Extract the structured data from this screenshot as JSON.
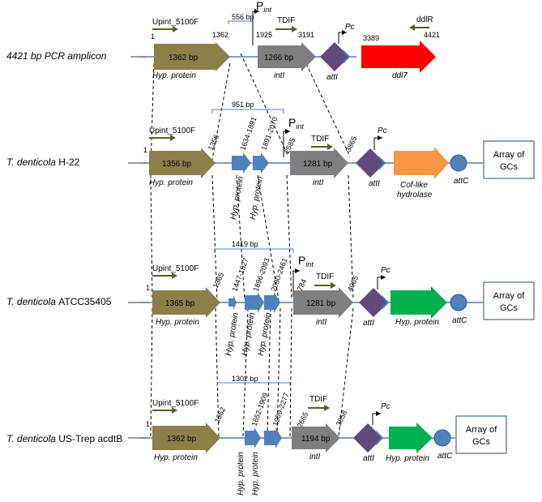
{
  "rows": [
    {
      "label": "4421 bp PCR amplicon",
      "primer": "Upint_5100F",
      "pos_start": "1",
      "gene1": "1362 bp",
      "gene1_desc": "Hyp. protein",
      "pos_gene1_end": "1362",
      "span_label": "556 bp",
      "pint": "P",
      "pint_sub": "int",
      "tdif": "TDIF",
      "pos_intI_start": "1925",
      "pos_intI_end": "3191",
      "intI_size": "1266 bp",
      "intI_name": "intI",
      "attI": "attI",
      "pc": "Pc",
      "pos_ddl_start": "3389",
      "ddl_name": "ddl7",
      "ddlr": "ddlR",
      "pos_end": "4421"
    },
    {
      "label_prefix": "T. denticola",
      "label_suffix": "H-22",
      "primer": "Upint_5100F",
      "pos_start": "1",
      "gene1": "1356 bp",
      "gene1_desc": "Hyp. protein",
      "pos_gene1_end": "1356",
      "span_label": "951 bp",
      "small_genes": [
        {
          "pos": "1634-1891",
          "desc": "Hyp. protein"
        },
        {
          "pos": "1891-2070",
          "desc": "Hyp. protein"
        }
      ],
      "pint": "P",
      "pint_sub": "int",
      "pos_intI_start": "2585",
      "tdif": "TDIF",
      "intI_size": "1281 bp",
      "intI_name": "intI",
      "pos_intI_end": "3865",
      "attI": "attI",
      "pc": "Pc",
      "cassette": "Cof-like hydrolase",
      "cassette_l1": "Cof-like",
      "cassette_l2": "hydrolase",
      "attC": "attC",
      "array_l1": "Array of",
      "array_l2": "GCs"
    },
    {
      "label_prefix": "T. denticola",
      "label_suffix": "ATCC35405",
      "primer": "Upint_5100F",
      "pos_start": "1",
      "gene1": "1365 bp",
      "gene1_desc": "Hyp. protein",
      "pos_gene1_end": "1365",
      "span_label": "1419 bp",
      "small_genes": [
        {
          "pos": "1447-1527",
          "desc": "Hyp. protein"
        },
        {
          "pos": "1896-2093",
          "desc": "Hyp. protein"
        },
        {
          "pos": "2090-2461",
          "desc": "Hyp. protein"
        }
      ],
      "pint": "P",
      "pint_sub": "int",
      "pos_intI_start": "2784",
      "tdif": "TDIF",
      "intI_size": "1281 bp",
      "intI_name": "intI",
      "pos_intI_end": "4065",
      "attI": "attI",
      "pc": "Pc",
      "cassette": "Hyp. protein",
      "attC": "attC",
      "array_l1": "Array of",
      "array_l2": "GCs"
    },
    {
      "label_prefix": "T. denticola",
      "label_suffix": "US-Trep acdtB",
      "primer": "Upint_5100F",
      "pos_start": "1",
      "gene1": "1362 bp",
      "gene1_desc": "Hyp. protein",
      "pos_gene1_end": "1362",
      "span_label": "1302 bp",
      "small_genes": [
        {
          "pos": "1652-1909",
          "desc": "Hyp. protein"
        },
        {
          "pos": "1909-2277",
          "desc": "Hyp. protein"
        }
      ],
      "tdif": "TDIF",
      "pos_intI_start": "2665",
      "intI_size": "1194 bp",
      "intI_name": "intI",
      "pos_intI_end": "3858",
      "attI": "attI",
      "pc": "Pc",
      "cassette": "Hyp. protein",
      "attC": "attC",
      "array_l1": "Array of",
      "array_l2": "GCs"
    }
  ],
  "colors": {
    "olive": "#8b7f4a",
    "gray": "#7f7f7f",
    "red": "#ff0000",
    "purple": "#604a7b",
    "blue": "#4f81bd",
    "orange": "#f79646",
    "green": "#00b050",
    "circle": "#4f81bd",
    "line": "#4f81bd",
    "primer": "#4f6228",
    "dashed": "#000000"
  }
}
